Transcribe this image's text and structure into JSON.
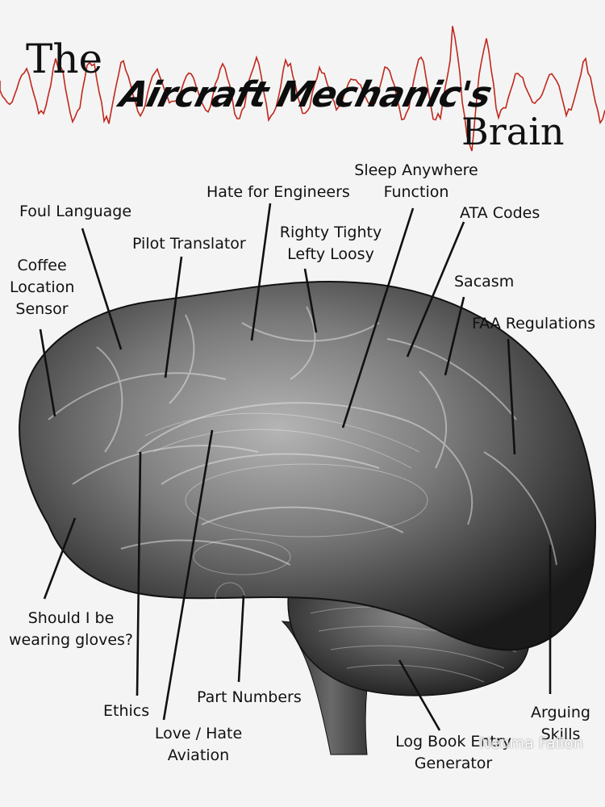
{
  "title": {
    "the": "The",
    "main": "Aircraft Mechanic's",
    "brain": "Brain"
  },
  "labels": {
    "foul_language": "Foul Language",
    "hate_for_engineers": "Hate for Engineers",
    "sleep_anywhere_1": "Sleep Anywhere",
    "sleep_anywhere_2": "Function",
    "ata_codes": "ATA Codes",
    "pilot_translator": "Pilot Translator",
    "righty_1": "Righty Tighty",
    "righty_2": "Lefty Loosy",
    "coffee_1": "Coffee",
    "coffee_2": "Location",
    "coffee_3": "Sensor",
    "sacasm": "Sacasm",
    "faa_regulations": "FAA Regulations",
    "gloves_1": "Should I be",
    "gloves_2": "wearing gloves?",
    "ethics": "Ethics",
    "part_numbers": "Part Numbers",
    "love_hate_1": "Love / Hate",
    "love_hate_2": "Aviation",
    "log_book_1": "Log Book Entry",
    "log_book_2": "Generator",
    "arguing_1": "Arguing",
    "arguing_2": "Skills"
  },
  "watermark": "Neoma Fallon",
  "colors": {
    "background": "#f4f4f4",
    "wave": "#c0281c",
    "text": "#111111",
    "brain_dark": "#1e1e1e",
    "brain_light": "#9a9a9a"
  }
}
